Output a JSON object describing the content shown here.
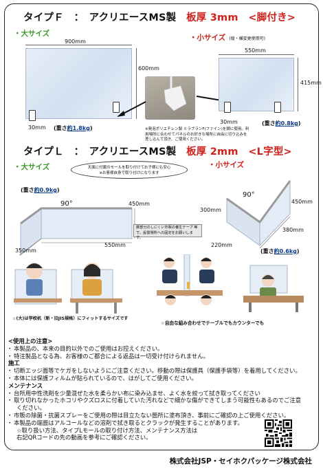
{
  "type_f": {
    "title_prefix": "タイプＦ　：　アクリエースMS製",
    "title_spec": "板厚 3mm　<脚付き>",
    "large_label": "・大サイズ",
    "small_label": "・小サイズ",
    "small_note": "(縦・横変更使用可)",
    "large_width": "900mm",
    "large_height": "600mm",
    "large_foot": "30mm",
    "large_weight_prefix": "(重さ",
    "large_weight_value": "約1.8kg",
    "large_weight_suffix": ")",
    "small_width": "550mm",
    "small_height": "415mm",
    "small_foot": "30mm",
    "small_weight_prefix": "(重さ",
    "small_weight_value": "約0.8kg",
    "small_weight_suffix": ")",
    "foot_note": "※発泡ポリエチレン製 ミラブランF(ファイン)を脚に使用。利用場所に合わせてパネルのお好きな場所に自由に切り込みを差し込んで頂き、ご使用ください。"
  },
  "type_l": {
    "title_prefix": "タイプＬ　：　アクリエースMS製",
    "title_spec": "板厚 2mm　<L字型>",
    "large_label": "・大サイズ",
    "small_label": "・小サイズ",
    "cloud_text": "天面に付属のモールを取り付けてお子様にも安心\n※お客様自身で取り付けになります",
    "large_weight_prefix": "(重さ",
    "large_weight_value": "約0.9kg",
    "large_weight_suffix": ")",
    "large_angle": "90°",
    "large_height": "450mm",
    "large_depth": "350mm",
    "large_width": "550mm",
    "box_note": "脚部分のしにくい市販の養生テープ 等で、設置場所への固定をお願いします。",
    "small_angle": "90°",
    "small_height": "300mm",
    "small_height2": "450mm",
    "small_depth": "220mm",
    "small_width": "380mm",
    "small_weight_prefix": "(重さ",
    "small_weight_value": "約0.6kg",
    "small_weight_suffix": ")",
    "school_caption": "☆(大)は学校机（新・旧JIS規格）にフィットするサイズです",
    "table_caption": "☆自由な組み合わせでテーブルでもカウンターでも"
  },
  "usage": {
    "heading": "<使用上の注意>",
    "intro": [
      "本製品の、本来の目的以外でのご使用はお控えください。",
      "特注製品となる為、お客様のご都合による返品は一切受け付けられません。"
    ],
    "install_heading": "施工",
    "install": [
      "切断エッジ面等でケガをしないようにご注意ください。移動の際は保護具（保護手袋等）を着用してください。",
      "本体には保護フィルムが貼られているので、はがしてご使用ください。"
    ],
    "maint_heading": "メンテナンス",
    "maint_1": "台所用中性洗剤を少量混ぜた水を柔らかい布に染み込ませ、よく水を絞って拭き取ってください",
    "maint_2a": "取り切れなかったホコリやクズロスに付着していた汚れなどで細かな傷ができてしまう可能性もあるのでご注意",
    "maint_2b": "ください。",
    "maint_3": "市販の除菌・抗菌スプレーをご使用の際は目立たない箇所に塗布頂き、事前にご確認の上ご使用ください。",
    "maint_4": "本製品の端面はアルコールなどの溶剤で拭き取るとクラックが発生することがあります。",
    "footer_1": "☆取り扱い方法、タイプLモールの取り付け方法、メンテナンス方法は",
    "footer_2": "右記QRコードの先の動画を参考にご確認ください。"
  },
  "company": "株式会社JSP・セイホクパッケージ株式会社"
}
